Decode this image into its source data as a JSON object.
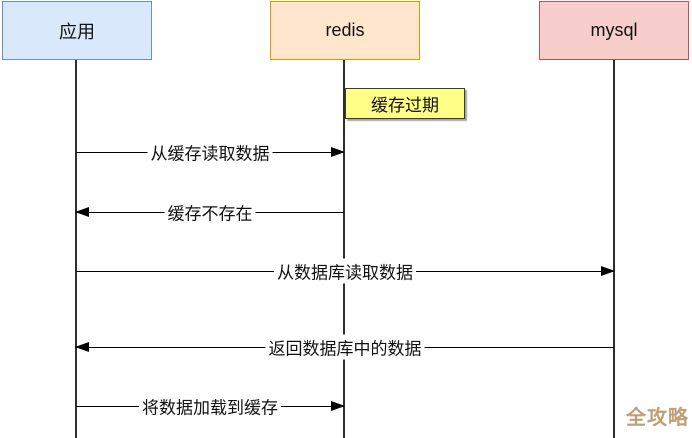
{
  "diagram": {
    "actors": [
      {
        "name": "应用",
        "fill": "#dae8fc",
        "border": "#6c8ebf"
      },
      {
        "name": "redis",
        "fill": "#ffe6cc",
        "border": "#d79b00"
      },
      {
        "name": "mysql",
        "fill": "#f8cecc",
        "border": "#b85450"
      }
    ],
    "note": {
      "text": "缓存过期",
      "fill": "#ffff88"
    },
    "messages": [
      {
        "text": "从缓存读取数据",
        "from": "应用",
        "to": "redis",
        "direction": "right"
      },
      {
        "text": "缓存不存在",
        "from": "redis",
        "to": "应用",
        "direction": "left"
      },
      {
        "text": "从数据库读取数据",
        "from": "应用",
        "to": "mysql",
        "direction": "right"
      },
      {
        "text": "返回数据库中的数据",
        "from": "mysql",
        "to": "应用",
        "direction": "left"
      },
      {
        "text": "将数据加载到缓存",
        "from": "应用",
        "to": "redis",
        "direction": "right"
      }
    ],
    "watermark": {
      "text": "全攻略",
      "color": "#bda077"
    }
  }
}
